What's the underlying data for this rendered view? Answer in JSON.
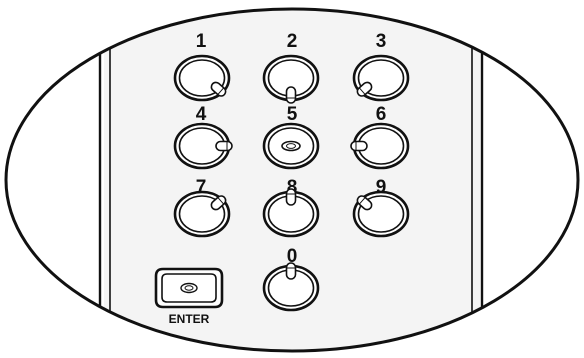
{
  "keypad": {
    "keys": [
      {
        "id": "1",
        "label": "1",
        "lever": "bottom-right"
      },
      {
        "id": "2",
        "label": "2",
        "lever": "bottom"
      },
      {
        "id": "3",
        "label": "3",
        "lever": "bottom-left"
      },
      {
        "id": "4",
        "label": "4",
        "lever": "right"
      },
      {
        "id": "5",
        "label": "5",
        "lever": "center"
      },
      {
        "id": "6",
        "label": "6",
        "lever": "left"
      },
      {
        "id": "7",
        "label": "7",
        "lever": "top-right"
      },
      {
        "id": "8",
        "label": "8",
        "lever": "top"
      },
      {
        "id": "9",
        "label": "9",
        "lever": "top-left"
      },
      {
        "id": "0",
        "label": "0",
        "lever": "top"
      }
    ],
    "enter_label": "ENTER"
  },
  "colors": {
    "stroke": "#111111",
    "body_panel": "#f2f2f2",
    "background": "#ffffff"
  }
}
